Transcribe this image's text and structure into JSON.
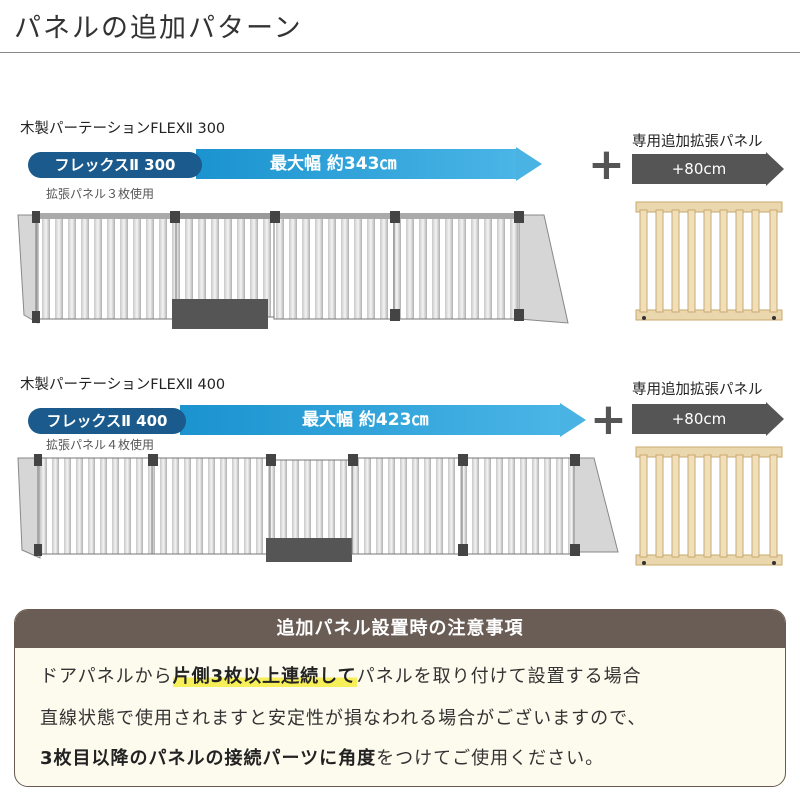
{
  "header": {
    "title": "パネルの追加パターン"
  },
  "sections": [
    {
      "product_name": "木製パーテーションFLEXⅡ 300",
      "model_label": "フレックスⅡ 300",
      "max_width": "最大幅 約343㎝",
      "sub_note": "拡張パネル３枚使用",
      "extension_title": "専用追加拡張パネル",
      "extension_width": "+80cm"
    },
    {
      "product_name": "木製パーテーションFLEXⅡ 400",
      "model_label": "フレックスⅡ 400",
      "max_width": "最大幅 約423㎝",
      "sub_note": "拡張パネル４枚使用",
      "extension_title": "専用追加拡張パネル",
      "extension_width": "+80cm"
    }
  ],
  "plus_symbol": "+",
  "notice": {
    "title": "追加パネル設置時の注意事項",
    "line1_pre": "ドアパネルから",
    "line1_hl": "片側3枚以上連続して",
    "line1_post": "パネルを取り付けて設置する場合",
    "line2": "直線状態で使用されますと安定性が損なわれる場合がございますので、",
    "line3_bold": "3枚目以降のパネルの接続パーツに角度",
    "line3_post": "をつけてご使用ください。"
  },
  "colors": {
    "model_pill": "#1a5a8c",
    "arrow_blue": "#2fa3dc",
    "gray_arrow": "#555555",
    "notice_header": "#6a5d55",
    "notice_bg": "#fdfbee",
    "highlight": "#f6ef5a"
  }
}
